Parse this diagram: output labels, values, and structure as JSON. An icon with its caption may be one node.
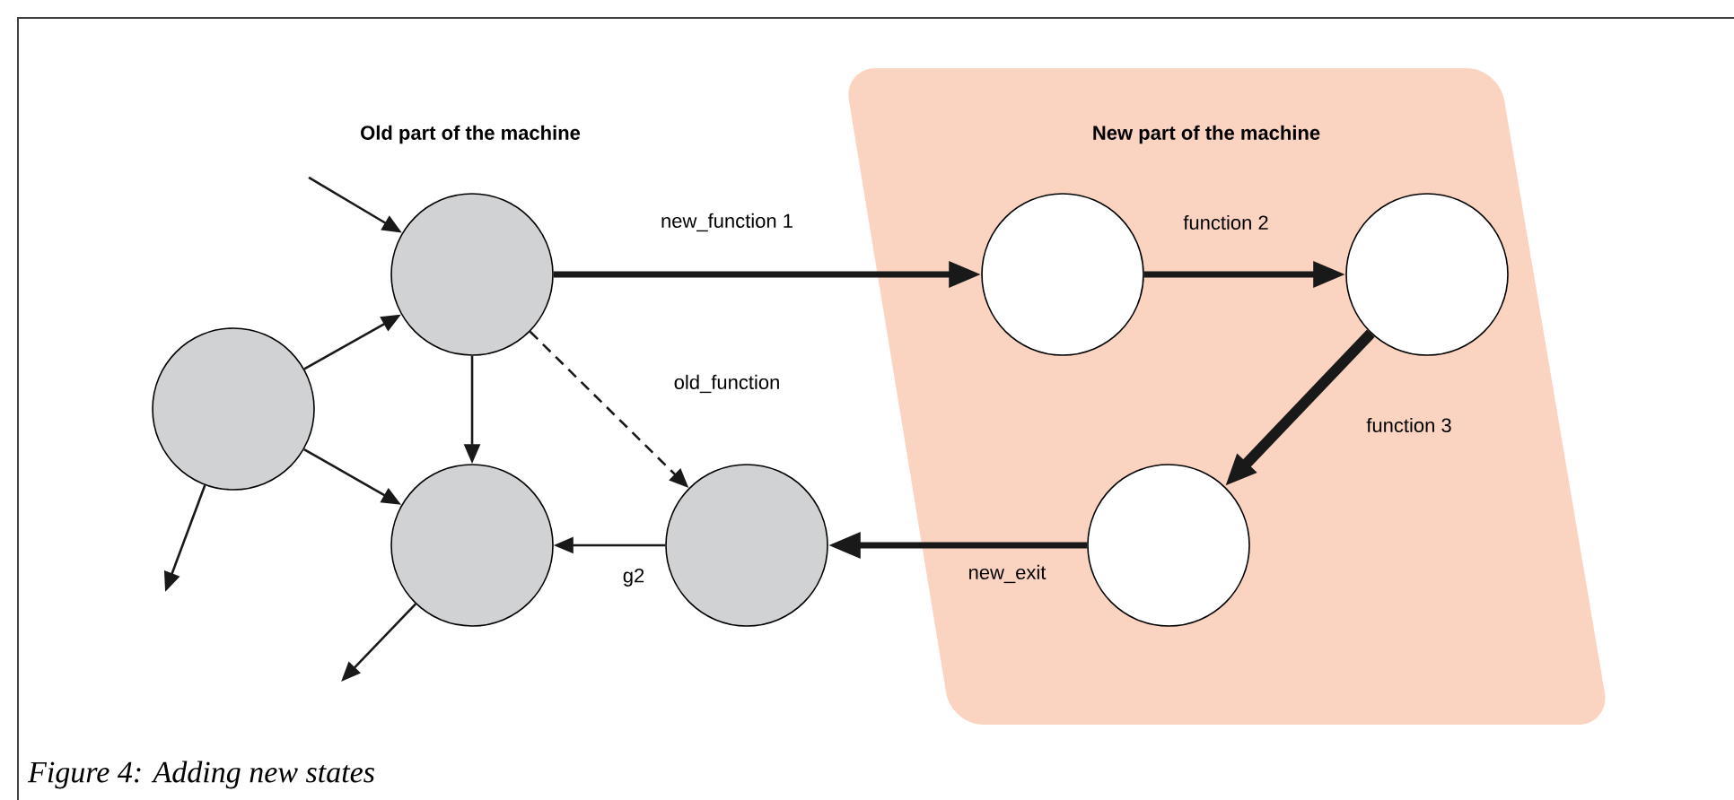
{
  "diagram": {
    "caption": "Figure 4: Adding new states",
    "nodes": [
      {
        "text": [
          "New part of the machine"
        ]
      },
      {
        "text": [],
        "shape": "circle"
      },
      {
        "text": [],
        "shape": "circle"
      },
      {
        "text": [],
        "shape": "circle"
      },
      {
        "text": [],
        "shape": "circle"
      },
      {
        "text": [],
        "shape": "circle",
        "in": 0
      },
      {
        "text": [],
        "shape": "circle",
        "in": 0
      },
      {
        "text": [],
        "shape": "circle",
        "in": 0
      }
    ],
    "edges": [
      {
        "from": null,
        "to": 1,
        "arrow": "to"
      },
      {
        "from": 2,
        "to": 1,
        "arrow": "to"
      },
      {
        "from": 2,
        "to": 3,
        "arrow": "to"
      },
      {
        "from": 2,
        "to": null,
        "arrow": "to"
      },
      {
        "from": 1,
        "to": 3,
        "arrow": "to"
      },
      {
        "from": 1,
        "to": 4,
        "arrow": "to",
        "label": "old_function",
        "style": "dashed"
      },
      {
        "from": 1,
        "to": 5,
        "arrow": "to",
        "label": "new_function 1",
        "style": "thick"
      },
      {
        "from": 5,
        "to": 6,
        "arrow": "to",
        "label": "function 2",
        "style": "thick"
      },
      {
        "from": 6,
        "to": 7,
        "arrow": "to",
        "label": "function 3",
        "style": "thick"
      },
      {
        "from": 7,
        "to": 4,
        "arrow": "to",
        "label": "new_exit",
        "style": "thick"
      },
      {
        "from": 4,
        "to": 3,
        "arrow": "to",
        "label": "g2"
      },
      {
        "from": 3,
        "to": null,
        "arrow": "to"
      }
    ],
    "labels": [
      "Old part of the machine"
    ]
  }
}
